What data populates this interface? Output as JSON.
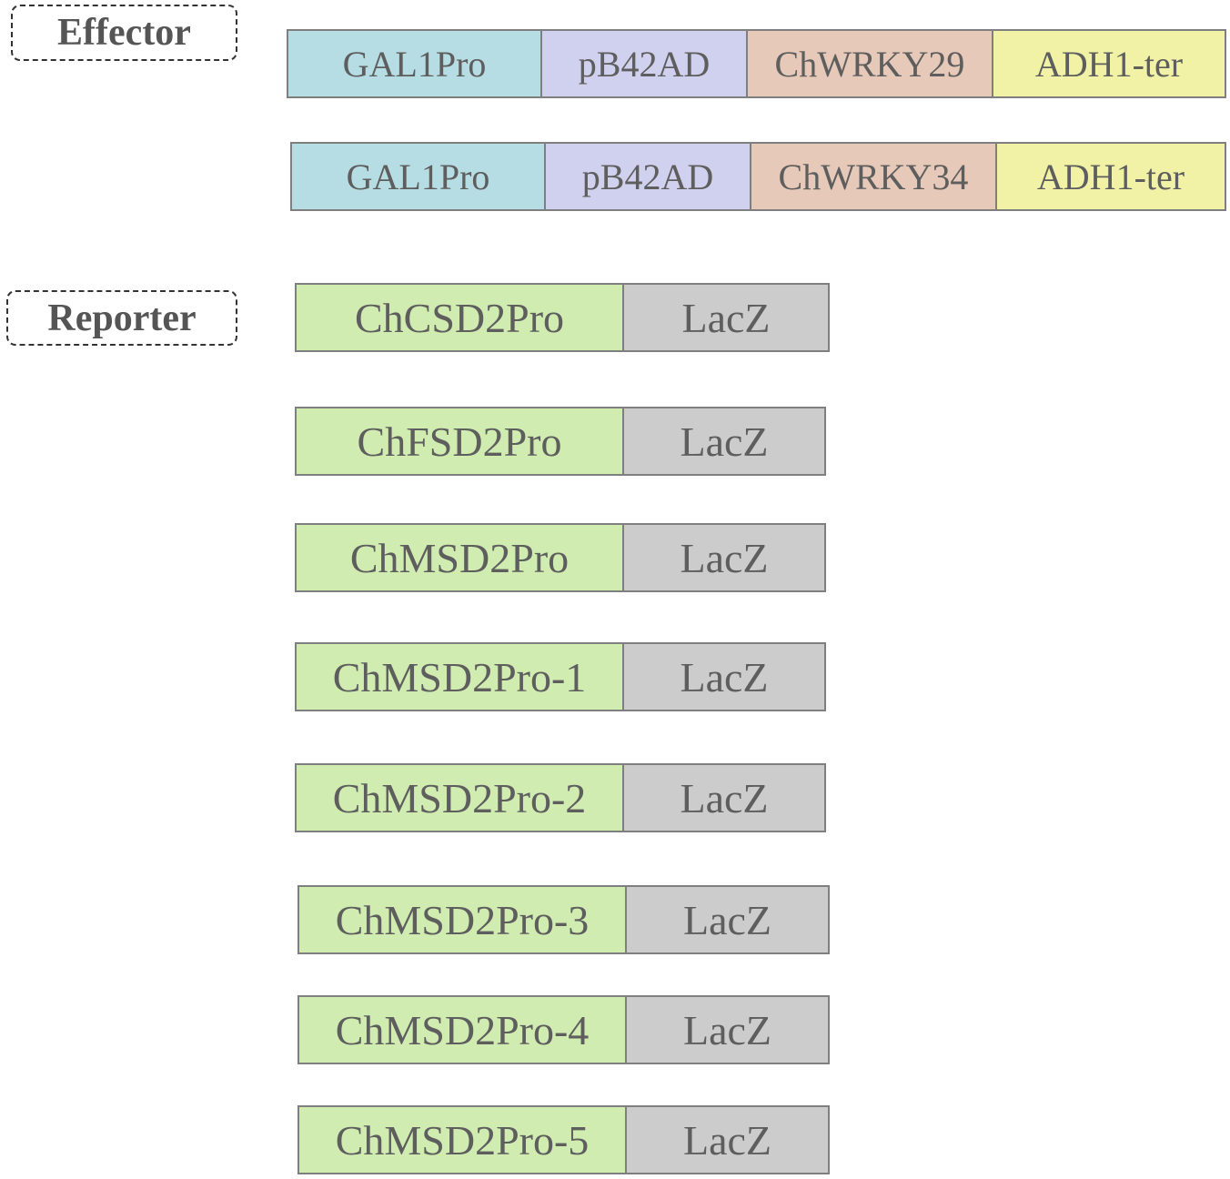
{
  "labels": {
    "effector": "Effector",
    "reporter": "Reporter"
  },
  "colors": {
    "promoter_gal": "#b6dde3",
    "activation_domain": "#d0d0ef",
    "wrky": "#e6c9b8",
    "terminator": "#f2f2a6",
    "reporter_promoter": "#d0ecb0",
    "lacz": "#cccccc",
    "border": "#7f7f7f"
  },
  "effectors": [
    {
      "segments": [
        "GAL1Pro",
        "pB42AD",
        "ChWRKY29",
        "ADH1-ter"
      ]
    },
    {
      "segments": [
        "GAL1Pro",
        "pB42AD",
        "ChWRKY34",
        "ADH1-ter"
      ]
    }
  ],
  "reporters": [
    {
      "segments": [
        "ChCSD2Pro",
        "LacZ"
      ]
    },
    {
      "segments": [
        "ChFSD2Pro",
        "LacZ"
      ]
    },
    {
      "segments": [
        "ChMSD2Pro",
        "LacZ"
      ]
    },
    {
      "segments": [
        "ChMSD2Pro-1",
        "LacZ"
      ]
    },
    {
      "segments": [
        "ChMSD2Pro-2",
        "LacZ"
      ]
    },
    {
      "segments": [
        "ChMSD2Pro-3",
        "LacZ"
      ]
    },
    {
      "segments": [
        "ChMSD2Pro-4",
        "LacZ"
      ]
    },
    {
      "segments": [
        "ChMSD2Pro-5",
        "LacZ"
      ]
    }
  ]
}
